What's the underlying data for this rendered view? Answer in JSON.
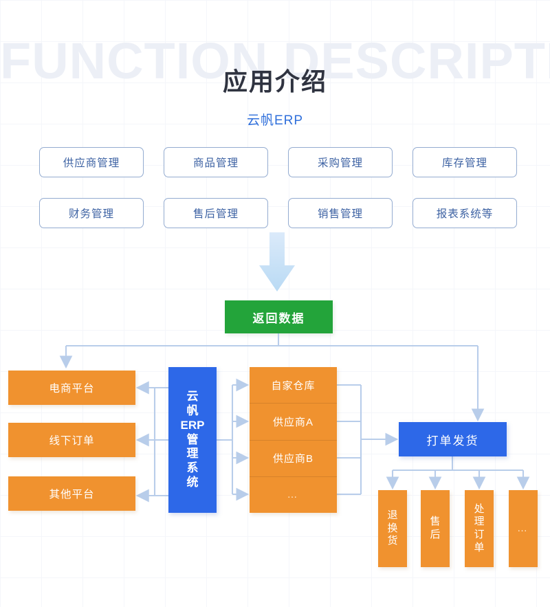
{
  "header": {
    "watermark": "FUNCTION DESCRIPTION",
    "title": "应用介绍",
    "subtitle": "云帆ERP"
  },
  "feature_cards": [
    {
      "label": "供应商管理"
    },
    {
      "label": "商品管理"
    },
    {
      "label": "采购管理"
    },
    {
      "label": "库存管理"
    },
    {
      "label": "财务管理"
    },
    {
      "label": "售后管理"
    },
    {
      "label": "销售管理"
    },
    {
      "label": "报表系统等"
    }
  ],
  "flow": {
    "return_data": "返回数据",
    "platforms": [
      {
        "label": "电商平台"
      },
      {
        "label": "线下订单"
      },
      {
        "label": "其他平台"
      }
    ],
    "erp": {
      "lines": [
        "云",
        "帆",
        "ERP",
        "管",
        "理",
        "系",
        "统"
      ],
      "full_label": "云帆ERP管理系统"
    },
    "warehouses": [
      {
        "label": "自家仓库"
      },
      {
        "label": "供应商A"
      },
      {
        "label": "供应商B"
      },
      {
        "label": "…"
      }
    ],
    "shipping": "打单发货",
    "post_sale": [
      {
        "lines": [
          "退",
          "换",
          "货"
        ],
        "full_label": "退换货"
      },
      {
        "lines": [
          "售",
          "后"
        ],
        "full_label": "售后"
      },
      {
        "lines": [
          "处",
          "理",
          "订",
          "单"
        ],
        "full_label": "处理订单"
      },
      {
        "lines": [
          "…"
        ],
        "full_label": "…"
      }
    ]
  },
  "colors": {
    "orange": "#f0922f",
    "blue": "#2d68e8",
    "green": "#23a43a",
    "card_border": "#93abd0",
    "card_text": "#3d62a3",
    "connector": "#b8cdea",
    "watermark": "#eceff6"
  }
}
